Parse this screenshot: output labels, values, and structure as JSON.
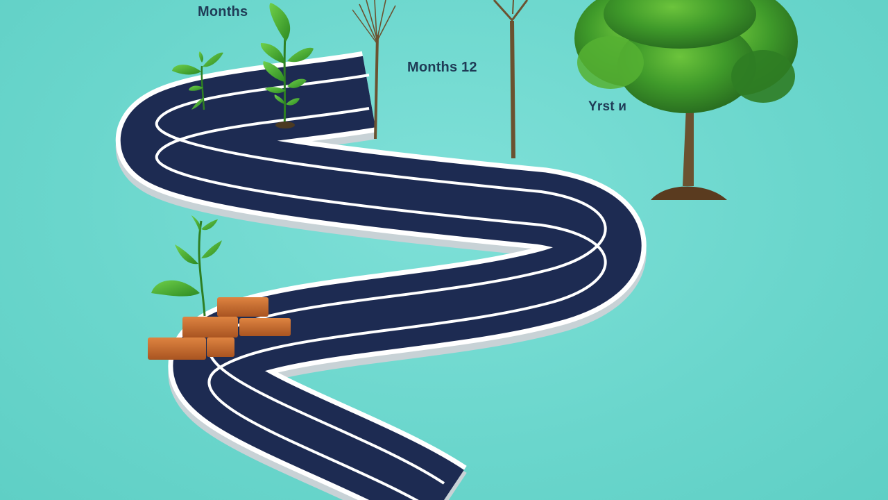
{
  "labels": {
    "stage_1": "Months",
    "stage_2": "Months 12",
    "stage_3": "Yrst и"
  },
  "colors": {
    "background": "#6ed8cf",
    "road": "#1d2b52",
    "road_edge": "#ffffff",
    "road_side": "#c9d3d8",
    "leaf_light": "#4fb53a",
    "leaf_dark": "#2e7f23",
    "trunk": "#6b5230",
    "brick": "#c76a2c",
    "label_text": "#1f3b56"
  }
}
